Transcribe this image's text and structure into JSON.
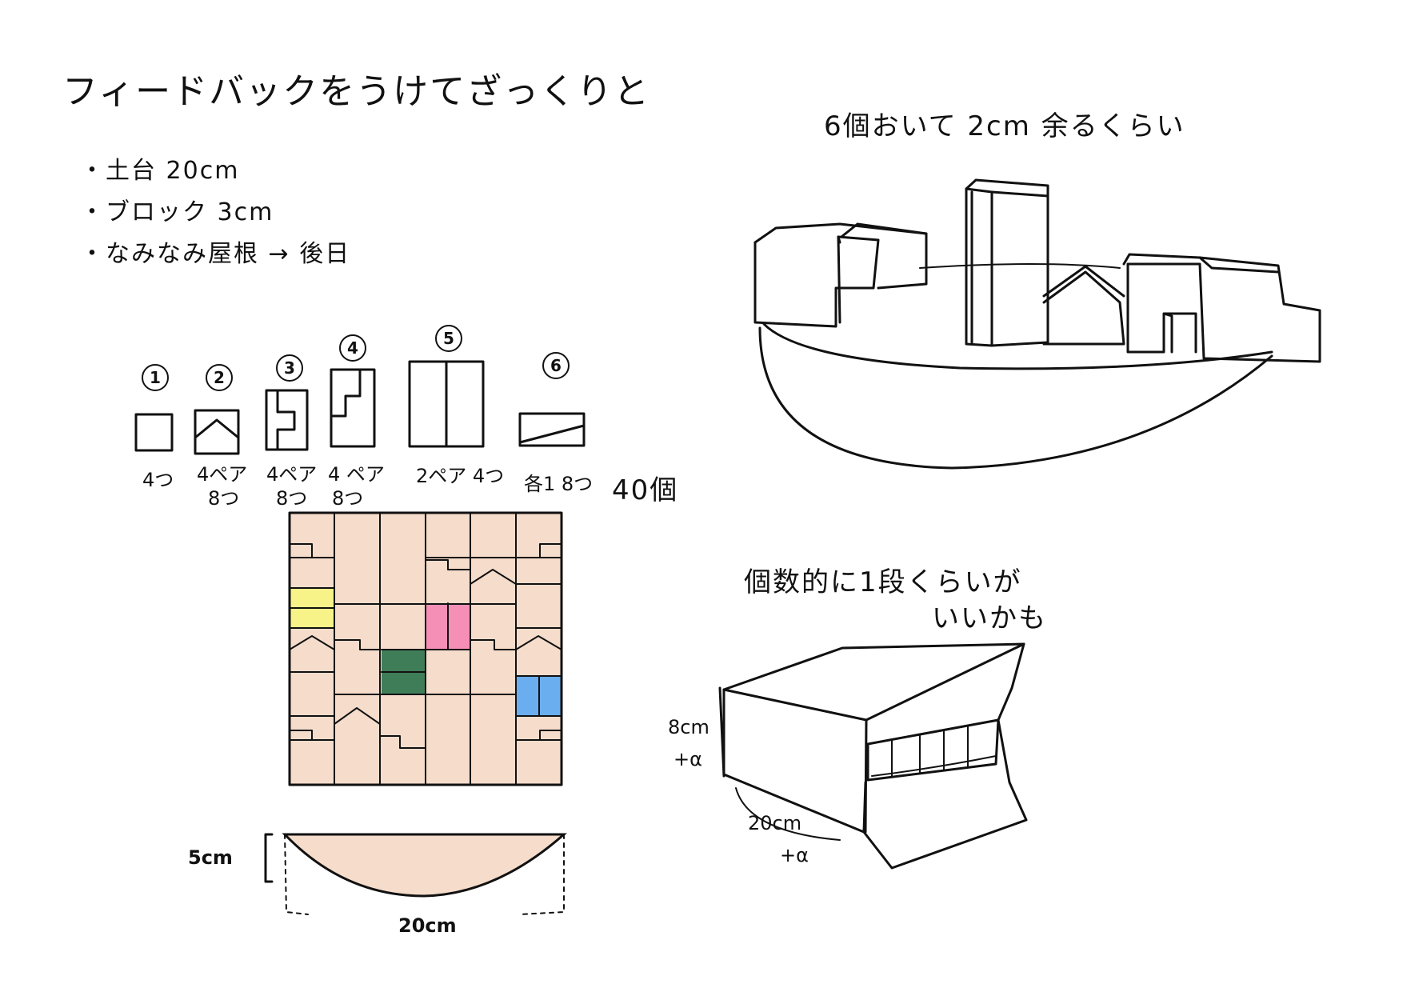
{
  "title": "フィードバックをうけてざっくりと",
  "notes": [
    "・土台 20cm",
    "・ブロック 3cm",
    "・なみなみ屋根 → 後日"
  ],
  "top_right_caption": "6個おいて 2cm 余るくらい",
  "mid_right_caption": [
    "個数的に1段くらいが",
    "いいかも"
  ],
  "block_types": [
    {
      "id": "1",
      "count": "4つ",
      "count2": ""
    },
    {
      "id": "2",
      "count": "4ペア",
      "count2": "8つ"
    },
    {
      "id": "3",
      "count": "4ペア",
      "count2": "8つ"
    },
    {
      "id": "4",
      "count": "4 ペア",
      "count2": "8つ"
    },
    {
      "id": "5",
      "count": "2ペア 4つ",
      "count2": ""
    },
    {
      "id": "6",
      "count": "各1 8つ",
      "count2": ""
    }
  ],
  "total": "40個",
  "base_dims": {
    "height": "5cm",
    "width": "20cm"
  },
  "box_dims": {
    "height": "8cm",
    "height_plus": "+α",
    "width": "20cm",
    "width_plus": "+α"
  },
  "colors": {
    "grid_fill": "#f5dccb",
    "yellow": "#f7f389",
    "pink": "#f58fb6",
    "green": "#3f7d58",
    "blue": "#6aaef0",
    "ink": "#111111"
  }
}
